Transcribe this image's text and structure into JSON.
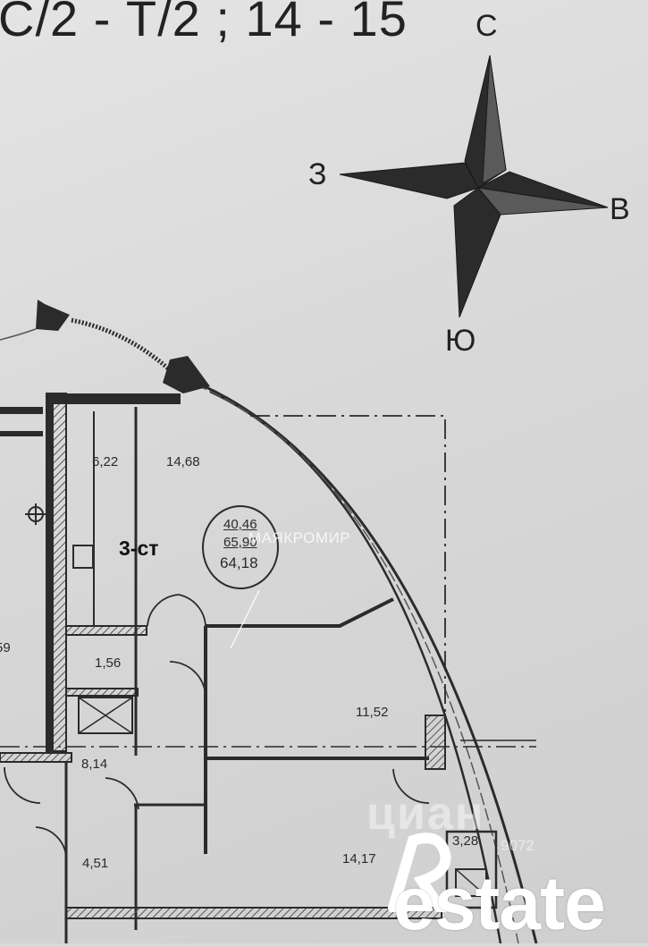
{
  "header": {
    "axes_label": "С/2 - Т/2 ; 14 - 15"
  },
  "compass": {
    "north": "С",
    "west": "З",
    "east": "В",
    "south": "Ю"
  },
  "plan": {
    "apartment_type": "3-ст",
    "areas": {
      "living": "40,46",
      "total": "65,90",
      "reduced": "64,18"
    },
    "rooms": [
      {
        "id": "r1",
        "area": "6,22"
      },
      {
        "id": "r2",
        "area": "14,68"
      },
      {
        "id": "r3",
        "area": "1,56"
      },
      {
        "id": "r4",
        "area": "11,52"
      },
      {
        "id": "r5",
        "area": "8,14"
      },
      {
        "id": "r6",
        "area": "4,51"
      },
      {
        "id": "r7",
        "area": "14,17"
      },
      {
        "id": "r8",
        "area": "3,28"
      }
    ],
    "cut_label": "59"
  },
  "watermarks": {
    "agency": "МАЯКРОМИР",
    "portal": "циан",
    "listing_id": "9072",
    "brand": "estate"
  },
  "colors": {
    "wall": "#2b2b2b",
    "paper": "#d9d9d9",
    "hatch": "#555555"
  }
}
